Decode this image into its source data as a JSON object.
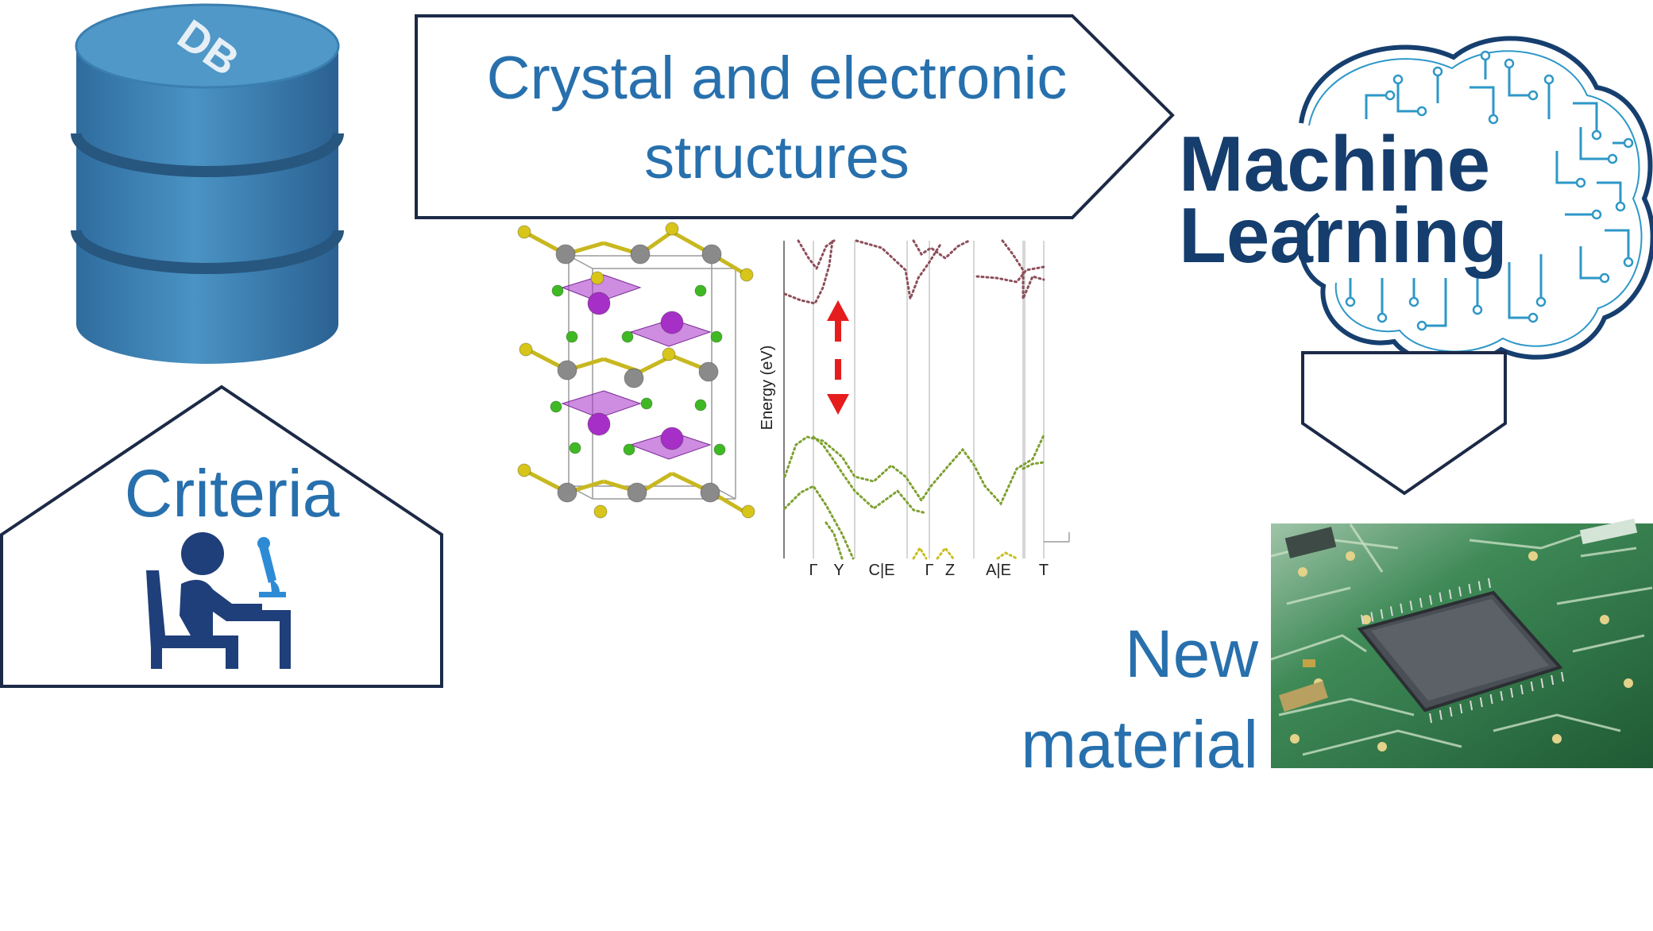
{
  "database": {
    "label": "DB"
  },
  "structures_box": {
    "line1": "Crystal and electronic",
    "line2": "structures"
  },
  "criteria_box": {
    "label": "Criteria"
  },
  "machine_learning": {
    "line1": "Machine",
    "line2": "Learning"
  },
  "new_material": {
    "line1": "New",
    "line2": "material"
  },
  "band_plot": {
    "ylabel": "Energy (eV)",
    "kpoints": [
      "Γ",
      "Y",
      "C|E",
      "Γ",
      "Z",
      "A|E",
      "T"
    ]
  },
  "colors": {
    "text_blue": "#2770ad",
    "outline_navy": "#1c2a47",
    "ml_navy": "#153e6e",
    "db_blue": "#3f86b8",
    "arrow_red": "#e51d1d",
    "conduction_band": "#8d4f5a",
    "valence_band": "#7ea131",
    "atom_purple": "#a62fc7",
    "atom_yellow": "#d7c51a",
    "atom_gray": "#8a8a8a",
    "atom_green": "#3fb923"
  }
}
